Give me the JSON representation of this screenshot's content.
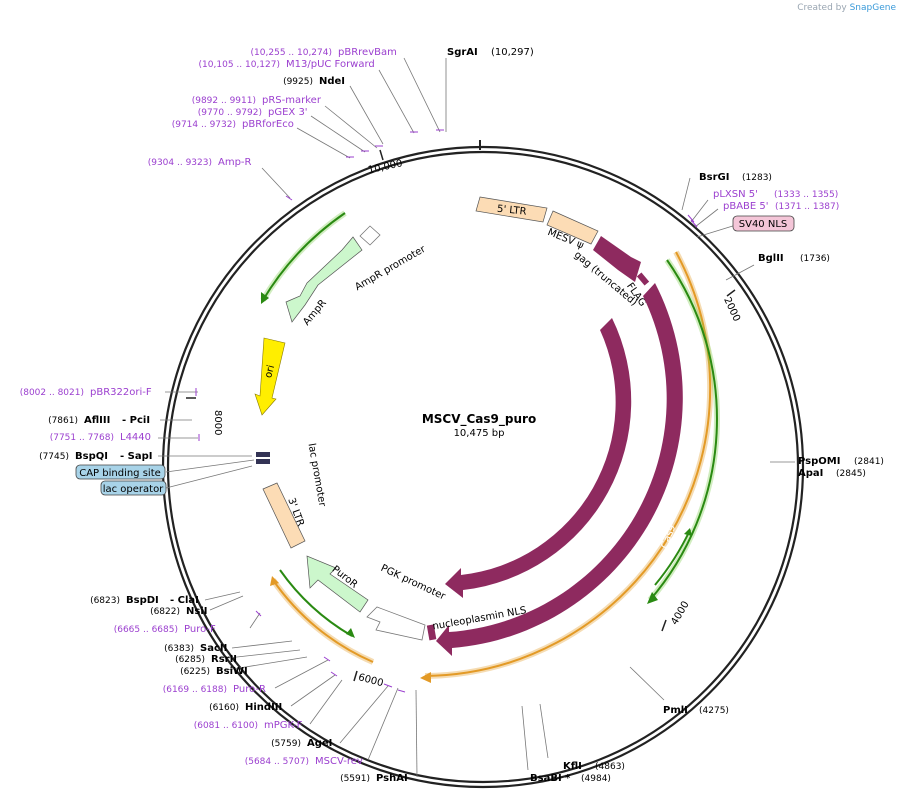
{
  "credit": {
    "prefix": "Created by",
    "brand": "SnapGene"
  },
  "plasmid": {
    "name": "MSCV_Cas9_puro",
    "length": "10,475 bp"
  },
  "ticks": {
    "t2000": "2000",
    "t4000": "4000",
    "t6000": "6000",
    "t8000": "8000",
    "t10000": "10,000"
  },
  "labels": {
    "sgai": "SgrAI",
    "sgai_pos": "(10,297)",
    "pbrrev": "pBRrevBam",
    "pbrrev_pos": "(10,255 .. 10,274)",
    "m13": "M13/pUC Forward",
    "m13_pos": "(10,105 .. 10,127)",
    "ndei": "NdeI",
    "ndei_pos": "(9925)",
    "prs": "pRS-marker",
    "prs_pos": "(9892 .. 9911)",
    "pgex": "pGEX 3'",
    "pgex_pos": "(9770 .. 9792)",
    "pbrfor": "pBRforEco",
    "pbrfor_pos": "(9714 .. 9732)",
    "ampr": "Amp-R",
    "ampr_pos": "(9304 .. 9323)",
    "bsrgi": "BsrGI",
    "bsrgi_pos": "(1283)",
    "plxsn": "pLXSN 5'",
    "plxsn_pos": "(1333 .. 1355)",
    "pbabe": "pBABE 5'",
    "pbabe_pos": "(1371 .. 1387)",
    "sv40": "SV40 NLS",
    "bglii": "BglII",
    "bglii_pos": "(1736)",
    "pspomi": "PspOMI",
    "pspomi_pos": "(2841)",
    "apai": "ApaI",
    "apai_pos": "(2845)",
    "pmli": "PmlI",
    "pmli_pos": "(4275)",
    "kfli": "KflI",
    "kfli_pos": "(4863)",
    "bsabi": "BsaBI *",
    "bsabi_pos": "(4984)",
    "pbr322": "pBR322ori-F",
    "pbr322_pos": "(8002 .. 8021)",
    "aflIII": "AflIII",
    "aflIII_pos": "(7861)",
    "pcii": "- PciI",
    "l4440": "L4440",
    "l4440_pos": "(7751 .. 7768)",
    "bspqi": "BspQI",
    "bspqi_pos": "(7745)",
    "sapi": "- SapI",
    "cap": "CAP binding site",
    "lacop": "lac operator",
    "bspdi": "BspDI",
    "bspdi_pos": "(6823)",
    "clai": "- ClaI",
    "nsii": "NsiI",
    "nsii_pos": "(6822)",
    "purof": "Puro-F",
    "purof_pos": "(6665 .. 6685)",
    "sacii": "SacII",
    "sacii_pos": "(6383)",
    "rsrii": "RsrII",
    "rsrii_pos": "(6285)",
    "bsiwi": "BsiWI",
    "bsiwi_pos": "(6225)",
    "puror_primer": "Puro-R",
    "puror_primer_pos": "(6169 .. 6188)",
    "hindiii": "HindIII",
    "hindiii_pos": "(6160)",
    "mpgkf": "mPGK-F",
    "mpgkf_pos": "(6081 .. 6100)",
    "agei": "AgeI",
    "agei_pos": "(5759)",
    "mscvrev": "MSCV-rev",
    "mscvrev_pos": "(5684 .. 5707)",
    "pshai": "PshAI",
    "pshai_pos": "(5591)"
  },
  "features": {
    "ltr5": "5' LTR",
    "mesv": "MESV ψ",
    "gag": "gag (truncated)",
    "flag": "FLAG",
    "cas9_inner": "Cas9",
    "cas9_outer": "Cas9",
    "nucleo": "nucleoplasmin NLS",
    "pgk": "PGK promoter",
    "puror": "PuroR",
    "ltr3": "3' LTR",
    "lac": "lac promoter",
    "ori": "ori",
    "ampr": "AmpR",
    "amprprom": "AmpR promoter"
  },
  "colors": {
    "cas9": "#8e2a5f",
    "ltr": "#fcdcb5",
    "ampr": "#ccf7cc",
    "ori": "#ffee00",
    "orf_green": "#2a8a12",
    "orf_orange": "#e39a26",
    "primer": "#9b3fcf",
    "blue_box": "#a8d3e8",
    "pink_box": "#f4c6d8"
  }
}
